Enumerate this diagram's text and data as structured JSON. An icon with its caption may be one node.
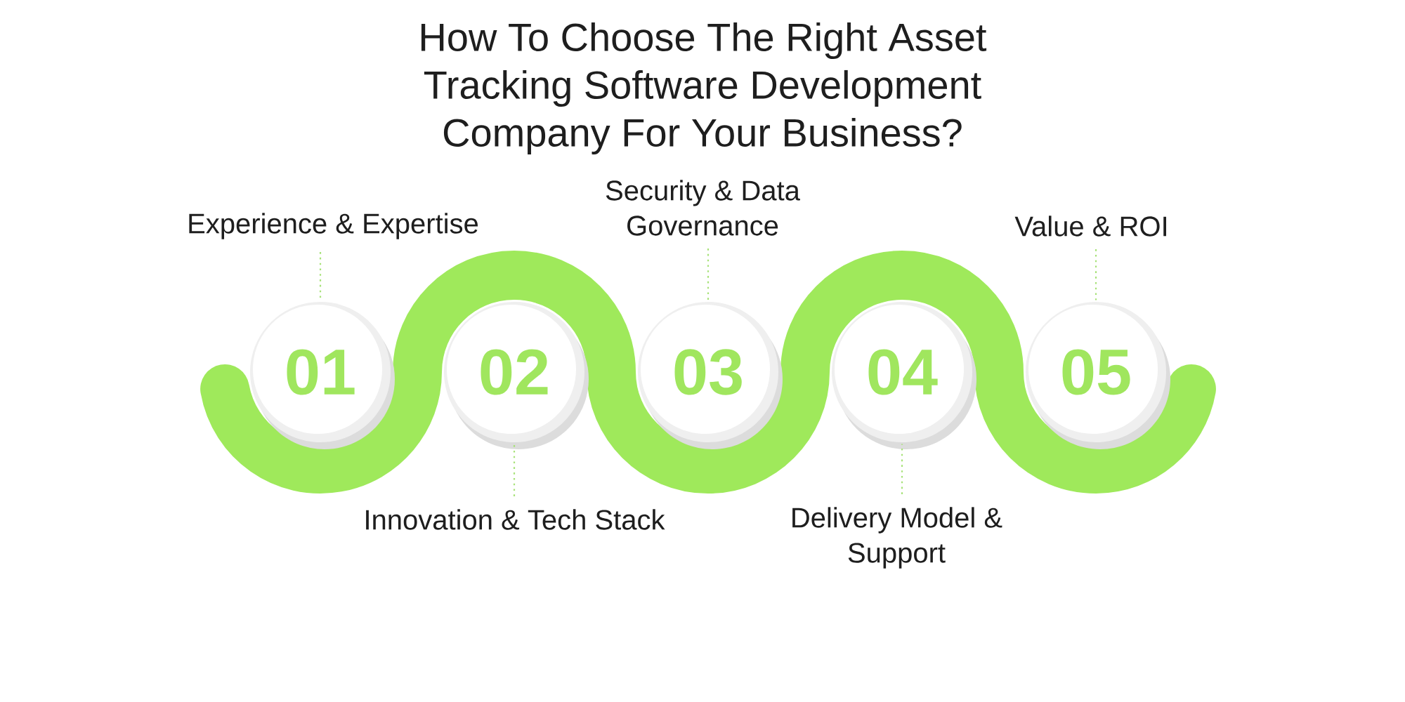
{
  "diagram": {
    "title": "How To Choose The Right Asset Tracking Software Development Company For Your Business?",
    "nodes": [
      {
        "text": [
          "01"
        ]
      },
      {
        "text": [
          "Experience & Expertise"
        ]
      },
      {
        "text": [
          "02"
        ]
      },
      {
        "text": [
          "Innovation & Tech Stack"
        ]
      },
      {
        "text": [
          "03"
        ]
      },
      {
        "text": [
          "Security & Data Governance"
        ]
      },
      {
        "text": [
          "04"
        ]
      },
      {
        "text": [
          "Delivery Model & Support"
        ]
      },
      {
        "text": [
          "05"
        ]
      },
      {
        "text": [
          "Value & ROI"
        ]
      }
    ],
    "edges": [
      {
        "from": 1,
        "to": 0,
        "arrow": "none",
        "style": "dashed"
      },
      {
        "from": 3,
        "to": 2,
        "arrow": "none",
        "style": "dashed"
      },
      {
        "from": 5,
        "to": 4,
        "arrow": "none",
        "style": "dashed"
      },
      {
        "from": 7,
        "to": 6,
        "arrow": "none",
        "style": "dashed"
      },
      {
        "from": 9,
        "to": 8,
        "arrow": "none",
        "style": "dashed"
      }
    ]
  }
}
